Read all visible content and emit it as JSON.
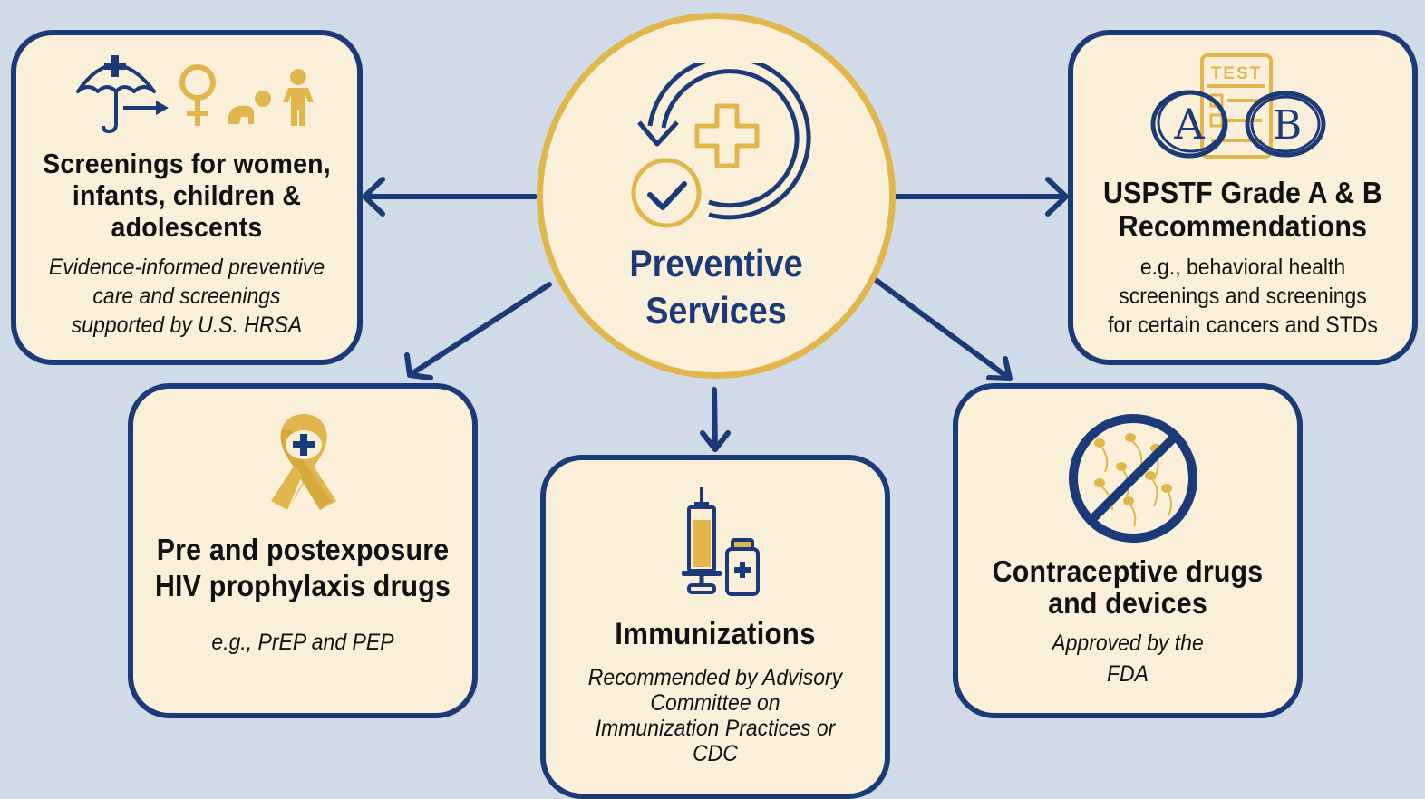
{
  "colors": {
    "background": "#d1dbe7",
    "box_fill": "#faf0da",
    "navy": "#1b3a78",
    "gold": "#e1b64c"
  },
  "hub": {
    "title_line1": "Preventive",
    "title_line2": "Services",
    "icon": "refresh-cross-check-icon"
  },
  "nodes": {
    "screenings": {
      "title_lines": [
        "Screenings for women,",
        "infants, children &",
        "adolescents"
      ],
      "desc_lines": [
        "Evidence-informed preventive",
        "care and screenings",
        "supported by U.S. HRSA"
      ],
      "icons": [
        "umbrella-cross-icon",
        "female-symbol-icon",
        "crawling-baby-icon",
        "child-icon"
      ]
    },
    "uspstf": {
      "title_lines": [
        "USPSTF Grade A & B",
        "Recommendations"
      ],
      "desc_lines": [
        "e.g., behavioral health",
        "screenings and screenings",
        "for certain cancers and STDs"
      ],
      "icon_label": "TEST",
      "grade_a": "A",
      "grade_b": "B",
      "icon": "test-sheet-grades-icon"
    },
    "hiv": {
      "title_lines": [
        "Pre and postexposure",
        "HIV prophylaxis drugs"
      ],
      "desc_lines": [
        "e.g., PrEP and PEP"
      ],
      "icon": "awareness-ribbon-cross-icon"
    },
    "immunizations": {
      "title_lines": [
        "Immunizations"
      ],
      "desc_lines": [
        "Recommended by Advisory",
        "Committee on",
        "Immunization Practices or",
        "CDC"
      ],
      "icon": "syringe-vial-icon"
    },
    "contraceptive": {
      "title_lines": [
        "Contraceptive drugs",
        "and devices"
      ],
      "desc_lines": [
        "Approved by the",
        "FDA"
      ],
      "icon": "no-sperm-icon"
    }
  }
}
